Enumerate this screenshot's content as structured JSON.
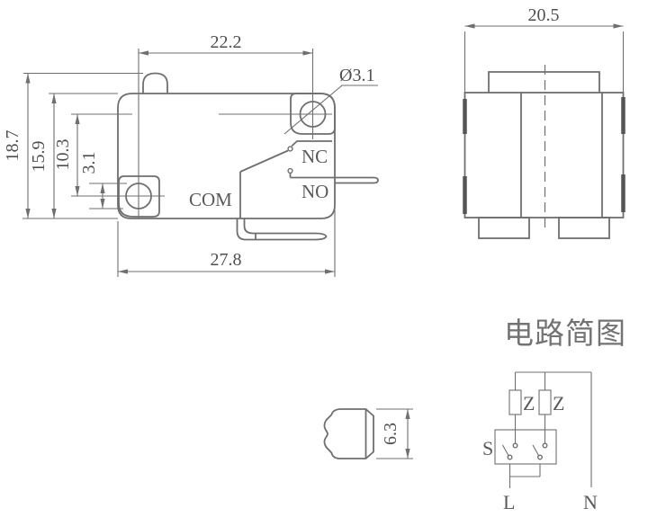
{
  "colors": {
    "background": "#ffffff",
    "line": "#6f6f6f",
    "dark_line": "#555555",
    "text": "#4f4f4f"
  },
  "front_view": {
    "dim_hole_spacing_h": "22.2",
    "dim_hole_dia": "Ø3.1",
    "dim_height_total": "18.7",
    "dim_height_body": "15.9",
    "dim_hole_spacing_v": "10.3",
    "dim_hole_edge": "3.1",
    "dim_width_body": "27.8",
    "label_nc": "NC",
    "label_no": "NO",
    "label_com": "COM"
  },
  "side_view": {
    "dim_width": "20.5"
  },
  "bottom_view": {
    "dim_height": "6.3"
  },
  "circuit_diagram": {
    "title": "电路简图",
    "label_z1": "Z",
    "label_z2": "Z",
    "label_switch": "S",
    "label_live": "L",
    "label_neutral": "N"
  }
}
